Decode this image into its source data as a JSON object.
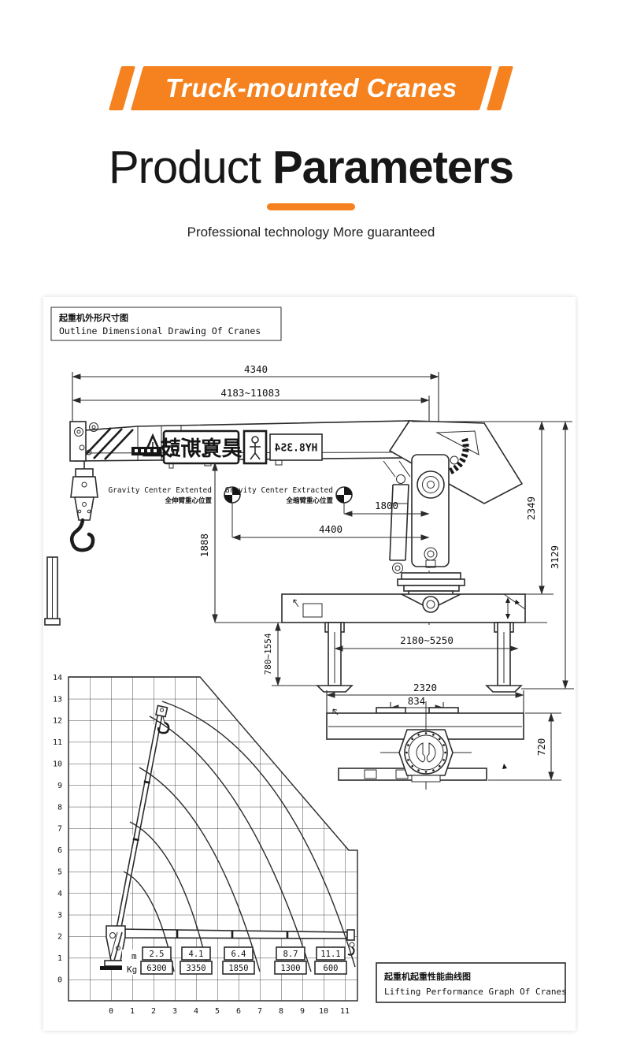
{
  "header": {
    "banner_label": "Truck-mounted Cranes",
    "title_light": "Product",
    "title_bold": "Parameters",
    "subtitle": "Professional technology More guaranteed",
    "accent_color": "#F5821E"
  },
  "outline_drawing": {
    "label_cn": "起重机外形尺寸图",
    "label_en": "Outline Dimensional Drawing Of Cranes",
    "gravity_extended_en": "Gravity Center Extented",
    "gravity_extended_cn": "全伸臂重心位置",
    "gravity_retracted_en": "Gravity Center Extracted",
    "gravity_retracted_cn": "全缩臂重心位置",
    "decal_model_mirrored": "HY8.3S4",
    "decal_brand_mirrored": "昊寬斯鼓",
    "dims": {
      "boom_assembly_length": "4340",
      "boom_extension_range": "4183~11083",
      "gc_retracted_offset": "1800",
      "gc_extended_offset": "4400",
      "boom_height_over_base": "1888",
      "height_to_outrigger_beam": "2349",
      "overall_height": "3129",
      "outrigger_leg_stroke": "780~1554",
      "outrigger_span": "2180~5250",
      "base_width": "2320",
      "mount_span": "834",
      "base_depth": "720"
    }
  },
  "chart_data": {
    "type": "line",
    "label_cn": "起重机起重性能曲线图",
    "label_en": "Lifting Performance Graph Of Cranes",
    "xlim": [
      -2,
      11.6
    ],
    "ylim": [
      -1,
      14
    ],
    "grid": true,
    "legend_position": "none",
    "x_ticks": [
      0,
      1,
      2,
      3,
      4,
      5,
      6,
      7,
      8,
      9,
      10,
      11
    ],
    "y_ticks": [
      0,
      1,
      2,
      3,
      4,
      5,
      6,
      7,
      8,
      9,
      10,
      11,
      12,
      13,
      14
    ],
    "row_label_radius": "m",
    "row_label_capacity": "Kg",
    "load_points": [
      {
        "radius_m": "2.5",
        "capacity_kg": "6300"
      },
      {
        "radius_m": "4.1",
        "capacity_kg": "3350"
      },
      {
        "radius_m": "6.4",
        "capacity_kg": "1850"
      },
      {
        "radius_m": "8.7",
        "capacity_kg": "1300"
      },
      {
        "radius_m": "11.1",
        "capacity_kg": "600"
      }
    ]
  }
}
